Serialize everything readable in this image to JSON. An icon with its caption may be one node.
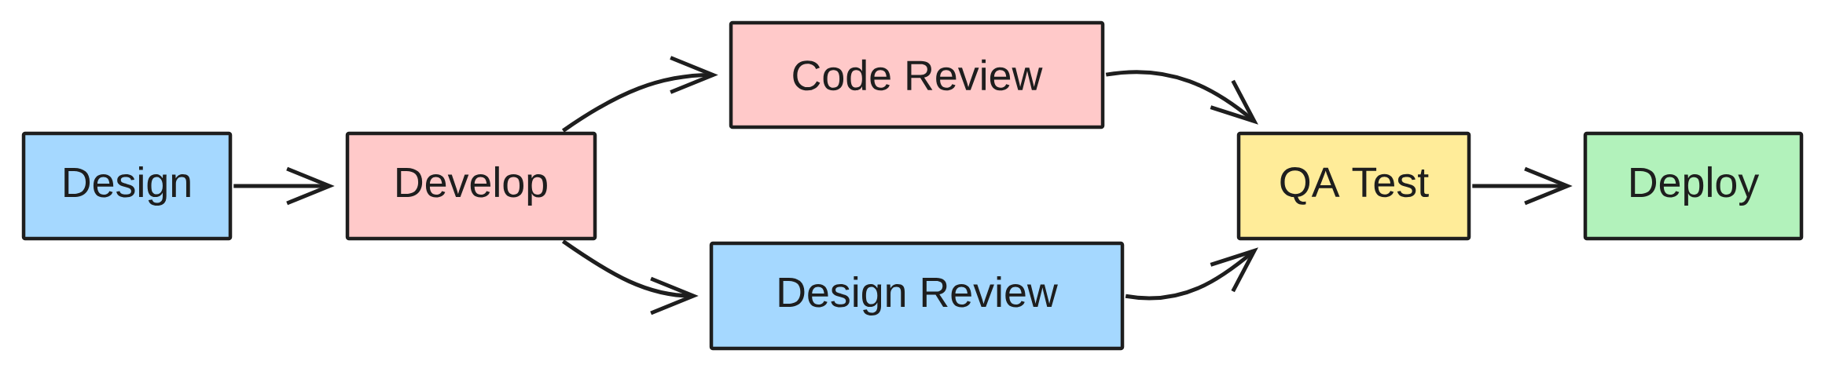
{
  "diagram": {
    "nodes": [
      {
        "text": [
          "Design"
        ]
      },
      {
        "text": [
          "Develop"
        ]
      },
      {
        "text": [
          "Code Review"
        ]
      },
      {
        "text": [
          "Design Review"
        ]
      },
      {
        "text": [
          "QA Test"
        ]
      },
      {
        "text": [
          "Deploy"
        ]
      }
    ],
    "edges": [
      {
        "from": 0,
        "to": 1,
        "arrow": "to"
      },
      {
        "from": 1,
        "to": 2,
        "arrow": "to"
      },
      {
        "from": 1,
        "to": 3,
        "arrow": "to"
      },
      {
        "from": 2,
        "to": 4,
        "arrow": "to"
      },
      {
        "from": 3,
        "to": 4,
        "arrow": "to"
      },
      {
        "from": 4,
        "to": 5,
        "arrow": "to"
      }
    ]
  }
}
